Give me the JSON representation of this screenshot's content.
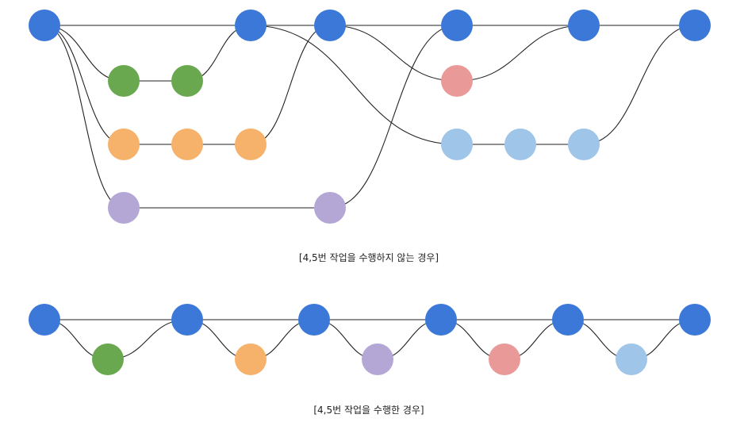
{
  "colors": {
    "main": "#3c78d8",
    "green": "#6aa84f",
    "orange": "#f6b26b",
    "purple": "#b4a7d6",
    "pink": "#ea9999",
    "lightblue": "#9fc5e8",
    "line": "#222222"
  },
  "diagrams": [
    {
      "id": "without-4-5",
      "caption": "[4,5번 작업을 수행하지 않는 경우]"
    },
    {
      "id": "with-4-5",
      "caption": "[4,5번 작업을 수행한 경우]"
    }
  ]
}
